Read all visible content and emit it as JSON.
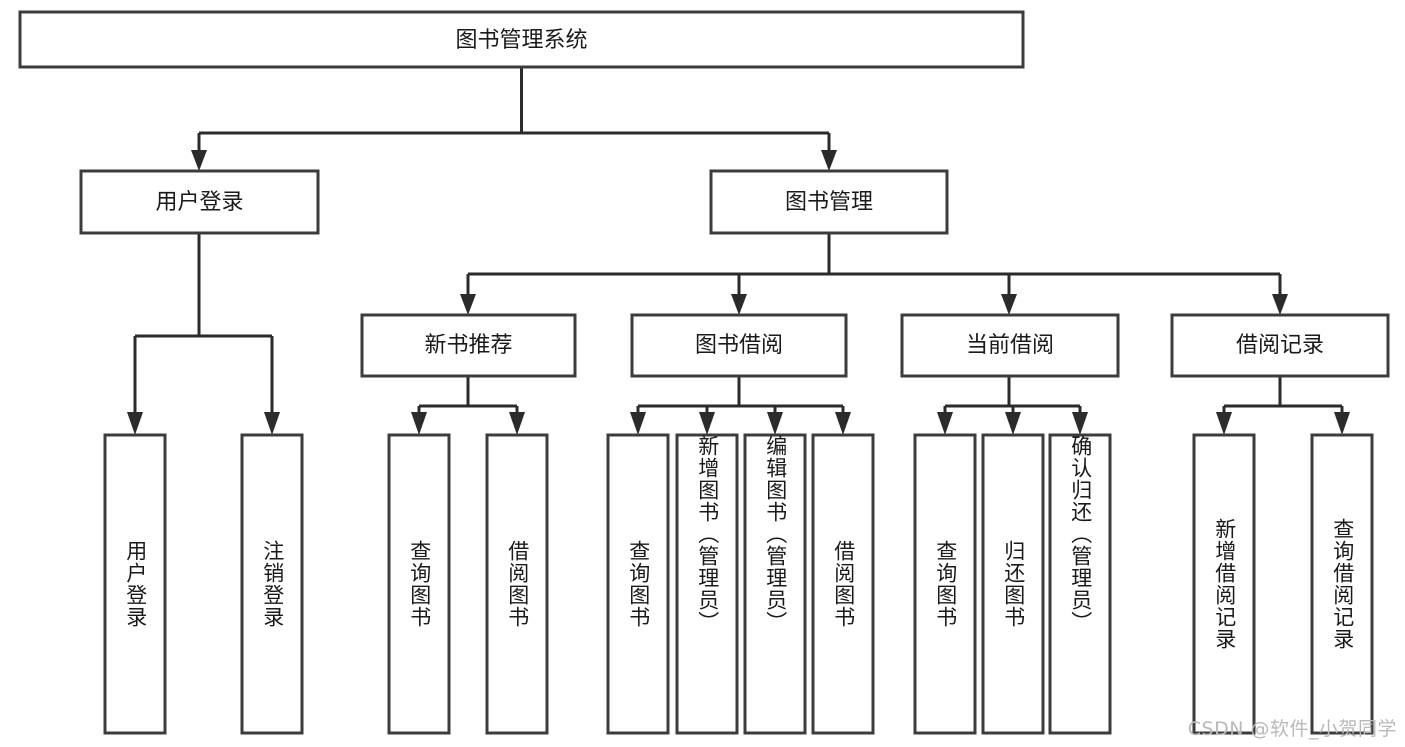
{
  "diagram": {
    "title": "图书管理系统",
    "type": "tree",
    "orientation": "top-down",
    "colors": {
      "box_stroke": "#3c3c3c",
      "box_fill": "#ffffff",
      "connector": "#2b2b2b",
      "text": "#1a1a1a",
      "background": "#ffffff",
      "watermark": "#b9b9b9"
    },
    "root": {
      "label": "图书管理系统"
    },
    "level1": [
      {
        "label": "用户登录"
      },
      {
        "label": "图书管理"
      }
    ],
    "level2": [
      {
        "label": "新书推荐"
      },
      {
        "label": "图书借阅"
      },
      {
        "label": "当前借阅"
      },
      {
        "label": "借阅记录"
      }
    ],
    "leaves": {
      "user_login": [
        {
          "label": "用户登录"
        },
        {
          "label": "注销登录"
        }
      ],
      "new_book_recommend": [
        {
          "label": "查询图书"
        },
        {
          "label": "借阅图书"
        }
      ],
      "book_borrow": [
        {
          "label": "查询图书"
        },
        {
          "label": "新增图书（管理员）"
        },
        {
          "label": "编辑图书（管理员）"
        },
        {
          "label": "借阅图书"
        }
      ],
      "current_borrow": [
        {
          "label": "查询图书"
        },
        {
          "label": "归还图书"
        },
        {
          "label": "确认归还（管理员）"
        }
      ],
      "borrow_record": [
        {
          "label": "新增借阅记录"
        },
        {
          "label": "查询借阅记录"
        }
      ]
    },
    "watermark": "CSDN @软件_小贺同学"
  }
}
